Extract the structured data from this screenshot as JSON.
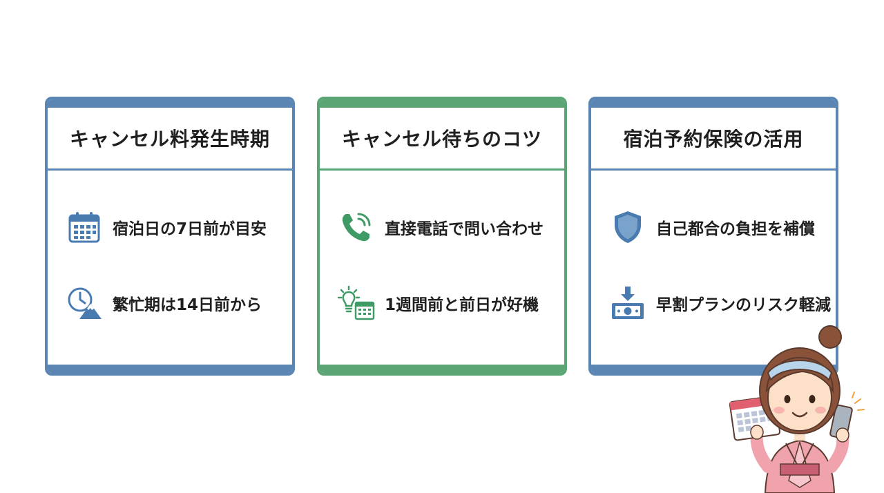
{
  "colors": {
    "blue": "#5b86b3",
    "green": "#5ba474",
    "icon_blue": "#4a7bb0",
    "icon_green": "#3f9a66"
  },
  "cards": [
    {
      "title": "キャンセル料発生時期",
      "accent": "blue",
      "items": [
        {
          "icon": "calendar-icon",
          "text": "宿泊日の7日前が目安"
        },
        {
          "icon": "clock-mountain-icon",
          "text": "繁忙期は14日前から"
        }
      ]
    },
    {
      "title": "キャンセル待ちのコツ",
      "accent": "green",
      "items": [
        {
          "icon": "phone-icon",
          "text": "直接電話で問い合わせ"
        },
        {
          "icon": "lightbulb-calendar-icon",
          "text": "1週間前と前日が好機"
        }
      ]
    },
    {
      "title": "宿泊予約保険の活用",
      "accent": "blue",
      "items": [
        {
          "icon": "shield-icon",
          "text": "自己都合の負担を補償"
        },
        {
          "icon": "money-download-icon",
          "text": "早割プランのリスク軽減"
        }
      ]
    }
  ],
  "mascot": {
    "icon": "woman-in-yukata-holding-calendar-and-phone"
  }
}
